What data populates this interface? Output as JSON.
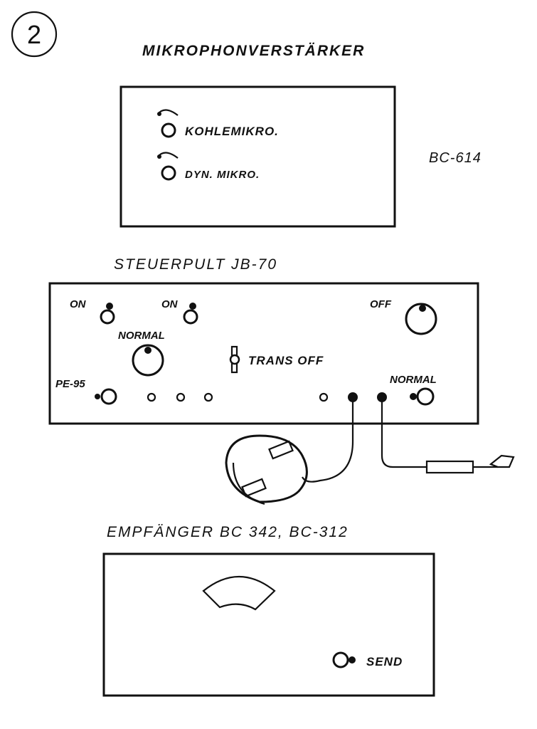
{
  "page_number": "2",
  "mic_amplifier": {
    "title": "MIKROPHONVERSTÄRKER",
    "model": "BC-614",
    "controls": [
      "KOHLEMIKRO.",
      "DYN. MIKRO."
    ]
  },
  "control_box": {
    "title": "STEUERPULT   JB-70",
    "labels": {
      "on_1": "ON",
      "on_2": "ON",
      "normal_left": "NORMAL",
      "off": "OFF",
      "trans_off": "TRANS OFF",
      "pe95": "PE-95",
      "normal_right": "NORMAL"
    }
  },
  "receiver": {
    "title": "EMPFÄNGER  BC 342, BC-312",
    "send_label": "SEND"
  }
}
